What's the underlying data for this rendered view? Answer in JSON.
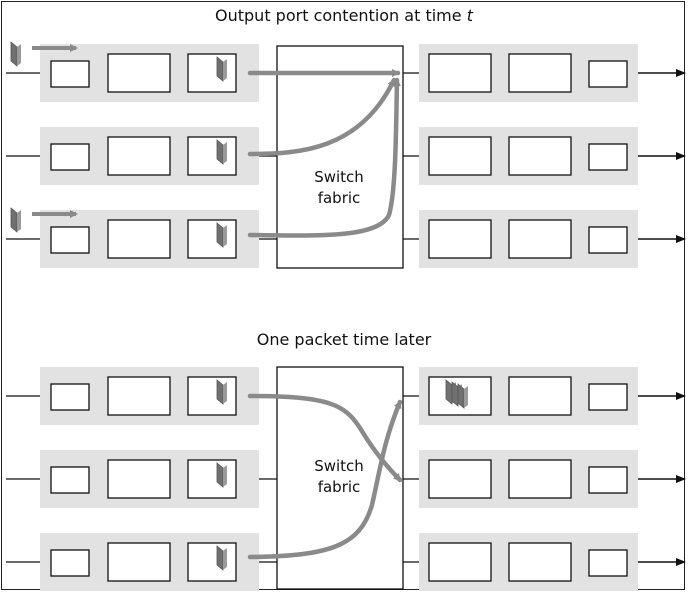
{
  "panels": [
    {
      "title": "Output port contention at time ",
      "title_var": "t",
      "fabric_label_line1": "Switch",
      "fabric_label_line2": "fabric"
    },
    {
      "title": "One packet time later",
      "title_var": "",
      "fabric_label_line1": "Switch",
      "fabric_label_line2": "fabric"
    }
  ],
  "colors": {
    "queue_bg": "#e2e2e2",
    "arrow": "#8a8a8a",
    "packet": "#707070",
    "line": "#111111"
  },
  "icons": {
    "packet": "packet-icon",
    "incoming": "incoming-arrow-icon",
    "outgoing": "output-arrow-icon"
  }
}
